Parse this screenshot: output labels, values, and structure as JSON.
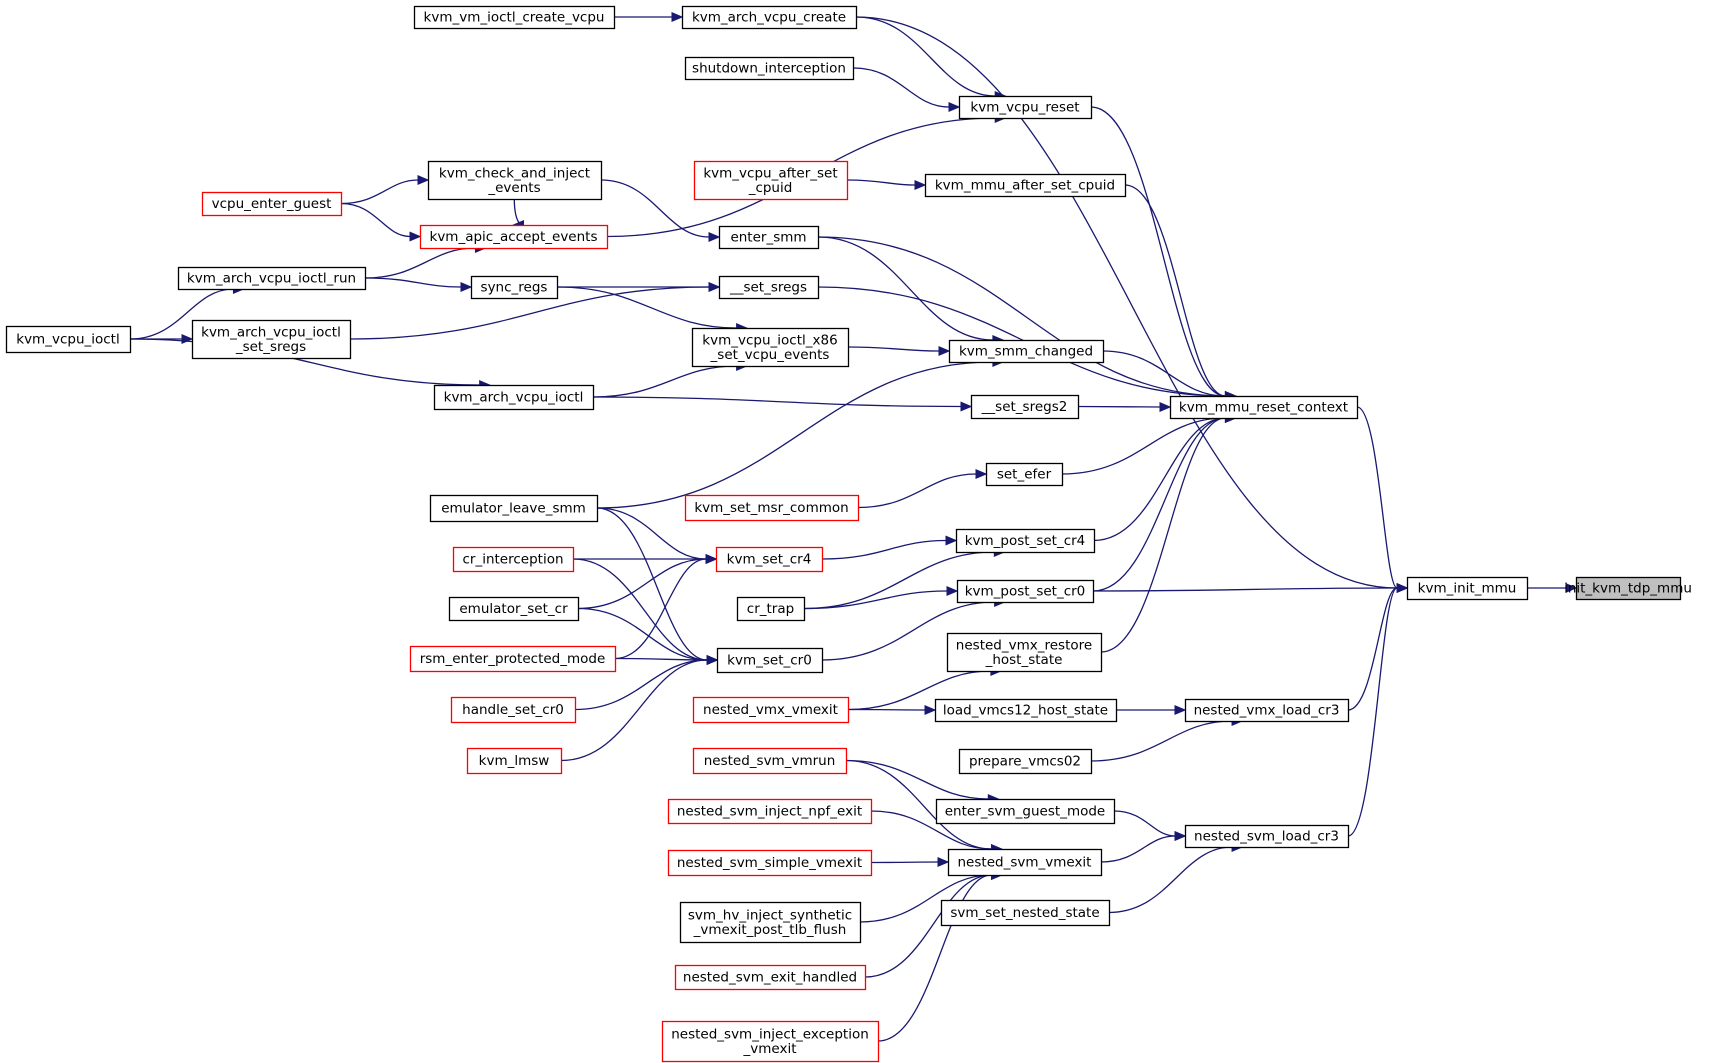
{
  "colors": {
    "edge": "#191970",
    "box_border": "#000000",
    "incomplete_border": "#ff0000",
    "focus_fill": "#bfbfbf",
    "text": "#000000",
    "background": "#ffffff"
  },
  "nodes": [
    {
      "id": "n1",
      "lines": [
        "init_kvm_tdp_mmu"
      ],
      "style": "focus"
    },
    {
      "id": "n2",
      "lines": [
        "kvm_init_mmu"
      ],
      "style": "normal"
    },
    {
      "id": "n3",
      "lines": [
        "kvm_arch_vcpu_create"
      ],
      "style": "normal"
    },
    {
      "id": "n4",
      "lines": [
        "kvm_mmu_reset_context"
      ],
      "style": "normal"
    },
    {
      "id": "n5",
      "lines": [
        "kvm_post_set_cr0"
      ],
      "style": "normal"
    },
    {
      "id": "n6",
      "lines": [
        "nested_vmx_load_cr3"
      ],
      "style": "normal"
    },
    {
      "id": "n7",
      "lines": [
        "nested_svm_load_cr3"
      ],
      "style": "normal"
    },
    {
      "id": "n8",
      "lines": [
        "kvm_vm_ioctl_create_vcpu"
      ],
      "style": "normal"
    },
    {
      "id": "n9",
      "lines": [
        "kvm_vcpu_reset"
      ],
      "style": "normal"
    },
    {
      "id": "n10",
      "lines": [
        "shutdown_interception"
      ],
      "style": "normal"
    },
    {
      "id": "n11",
      "lines": [
        "kvm_apic_accept_events"
      ],
      "style": "incomplete"
    },
    {
      "id": "n12",
      "lines": [
        "kvm_check_and_inject",
        "_events"
      ],
      "style": "normal"
    },
    {
      "id": "n13",
      "lines": [
        "vcpu_enter_guest"
      ],
      "style": "incomplete"
    },
    {
      "id": "n14",
      "lines": [
        "kvm_arch_vcpu_ioctl_run"
      ],
      "style": "normal"
    },
    {
      "id": "n15",
      "lines": [
        "kvm_vcpu_ioctl"
      ],
      "style": "normal"
    },
    {
      "id": "n16",
      "lines": [
        "kvm_mmu_after_set_cpuid"
      ],
      "style": "normal"
    },
    {
      "id": "n17",
      "lines": [
        "kvm_vcpu_after_set",
        "_cpuid"
      ],
      "style": "incomplete"
    },
    {
      "id": "n18",
      "lines": [
        "enter_smm"
      ],
      "style": "normal"
    },
    {
      "id": "n19",
      "lines": [
        "__set_sregs"
      ],
      "style": "normal"
    },
    {
      "id": "n20",
      "lines": [
        "sync_regs"
      ],
      "style": "normal"
    },
    {
      "id": "n21",
      "lines": [
        "kvm_arch_vcpu_ioctl",
        "_set_sregs"
      ],
      "style": "normal"
    },
    {
      "id": "n22",
      "lines": [
        "kvm_smm_changed"
      ],
      "style": "normal"
    },
    {
      "id": "n23",
      "lines": [
        "kvm_vcpu_ioctl_x86",
        "_set_vcpu_events"
      ],
      "style": "normal"
    },
    {
      "id": "n24",
      "lines": [
        "kvm_arch_vcpu_ioctl"
      ],
      "style": "normal"
    },
    {
      "id": "n25",
      "lines": [
        "emulator_leave_smm"
      ],
      "style": "normal"
    },
    {
      "id": "n26",
      "lines": [
        "__set_sregs2"
      ],
      "style": "normal"
    },
    {
      "id": "n27",
      "lines": [
        "set_efer"
      ],
      "style": "normal"
    },
    {
      "id": "n28",
      "lines": [
        "kvm_set_msr_common"
      ],
      "style": "incomplete"
    },
    {
      "id": "n29",
      "lines": [
        "kvm_post_set_cr4"
      ],
      "style": "normal"
    },
    {
      "id": "n30",
      "lines": [
        "kvm_set_cr4"
      ],
      "style": "incomplete"
    },
    {
      "id": "n31",
      "lines": [
        "cr_interception"
      ],
      "style": "incomplete"
    },
    {
      "id": "n32",
      "lines": [
        "emulator_set_cr"
      ],
      "style": "normal"
    },
    {
      "id": "n33",
      "lines": [
        "rsm_enter_protected_mode"
      ],
      "style": "incomplete"
    },
    {
      "id": "n34",
      "lines": [
        "cr_trap"
      ],
      "style": "normal"
    },
    {
      "id": "n35",
      "lines": [
        "kvm_set_cr0"
      ],
      "style": "normal"
    },
    {
      "id": "n36",
      "lines": [
        "handle_set_cr0"
      ],
      "style": "incomplete"
    },
    {
      "id": "n37",
      "lines": [
        "kvm_lmsw"
      ],
      "style": "incomplete"
    },
    {
      "id": "n38",
      "lines": [
        "nested_vmx_restore",
        "_host_state"
      ],
      "style": "normal"
    },
    {
      "id": "n39",
      "lines": [
        "nested_vmx_vmexit"
      ],
      "style": "incomplete"
    },
    {
      "id": "n40",
      "lines": [
        "load_vmcs12_host_state"
      ],
      "style": "normal"
    },
    {
      "id": "n41",
      "lines": [
        "prepare_vmcs02"
      ],
      "style": "normal"
    },
    {
      "id": "n42",
      "lines": [
        "enter_svm_guest_mode"
      ],
      "style": "normal"
    },
    {
      "id": "n43",
      "lines": [
        "nested_svm_vmrun"
      ],
      "style": "incomplete"
    },
    {
      "id": "n44",
      "lines": [
        "nested_svm_vmexit"
      ],
      "style": "normal"
    },
    {
      "id": "n45",
      "lines": [
        "svm_set_nested_state"
      ],
      "style": "normal"
    },
    {
      "id": "n46",
      "lines": [
        "nested_svm_inject_npf_exit"
      ],
      "style": "incomplete"
    },
    {
      "id": "n47",
      "lines": [
        "nested_svm_simple_vmexit"
      ],
      "style": "incomplete"
    },
    {
      "id": "n48",
      "lines": [
        "svm_hv_inject_synthetic",
        "_vmexit_post_tlb_flush"
      ],
      "style": "normal"
    },
    {
      "id": "n49",
      "lines": [
        "nested_svm_exit_handled"
      ],
      "style": "incomplete"
    },
    {
      "id": "n50",
      "lines": [
        "nested_svm_inject_exception",
        "_vmexit"
      ],
      "style": "incomplete"
    }
  ],
  "edges": [
    {
      "from": "n2",
      "to": "n1"
    },
    {
      "from": "n3",
      "to": "n2"
    },
    {
      "from": "n4",
      "to": "n2"
    },
    {
      "from": "n5",
      "to": "n2"
    },
    {
      "from": "n6",
      "to": "n2"
    },
    {
      "from": "n7",
      "to": "n2"
    },
    {
      "from": "n8",
      "to": "n3"
    },
    {
      "from": "n9",
      "to": "n4"
    },
    {
      "from": "n3",
      "to": "n9"
    },
    {
      "from": "n10",
      "to": "n9"
    },
    {
      "from": "n11",
      "to": "n9"
    },
    {
      "from": "n12",
      "to": "n11"
    },
    {
      "from": "n13",
      "to": "n11"
    },
    {
      "from": "n14",
      "to": "n11"
    },
    {
      "from": "n13",
      "to": "n12"
    },
    {
      "from": "n15",
      "to": "n14"
    },
    {
      "from": "n16",
      "to": "n4"
    },
    {
      "from": "n17",
      "to": "n16"
    },
    {
      "from": "n18",
      "to": "n4"
    },
    {
      "from": "n12",
      "to": "n18"
    },
    {
      "from": "n19",
      "to": "n4"
    },
    {
      "from": "n20",
      "to": "n19"
    },
    {
      "from": "n21",
      "to": "n19"
    },
    {
      "from": "n14",
      "to": "n20"
    },
    {
      "from": "n15",
      "to": "n21"
    },
    {
      "from": "n22",
      "to": "n4"
    },
    {
      "from": "n18",
      "to": "n22"
    },
    {
      "from": "n23",
      "to": "n22"
    },
    {
      "from": "n25",
      "to": "n22"
    },
    {
      "from": "n20",
      "to": "n23"
    },
    {
      "from": "n24",
      "to": "n23"
    },
    {
      "from": "n15",
      "to": "n24"
    },
    {
      "from": "n26",
      "to": "n4"
    },
    {
      "from": "n24",
      "to": "n26"
    },
    {
      "from": "n27",
      "to": "n4"
    },
    {
      "from": "n28",
      "to": "n27"
    },
    {
      "from": "n29",
      "to": "n4"
    },
    {
      "from": "n30",
      "to": "n29"
    },
    {
      "from": "n34",
      "to": "n29"
    },
    {
      "from": "n25",
      "to": "n30"
    },
    {
      "from": "n31",
      "to": "n30"
    },
    {
      "from": "n32",
      "to": "n30"
    },
    {
      "from": "n33",
      "to": "n30"
    },
    {
      "from": "n5",
      "to": "n4"
    },
    {
      "from": "n34",
      "to": "n5"
    },
    {
      "from": "n35",
      "to": "n5"
    },
    {
      "from": "n25",
      "to": "n35"
    },
    {
      "from": "n31",
      "to": "n35"
    },
    {
      "from": "n32",
      "to": "n35"
    },
    {
      "from": "n33",
      "to": "n35"
    },
    {
      "from": "n36",
      "to": "n35"
    },
    {
      "from": "n37",
      "to": "n35"
    },
    {
      "from": "n38",
      "to": "n4"
    },
    {
      "from": "n39",
      "to": "n38"
    },
    {
      "from": "n39",
      "to": "n40"
    },
    {
      "from": "n40",
      "to": "n6"
    },
    {
      "from": "n41",
      "to": "n6"
    },
    {
      "from": "n42",
      "to": "n7"
    },
    {
      "from": "n43",
      "to": "n42"
    },
    {
      "from": "n44",
      "to": "n7"
    },
    {
      "from": "n43",
      "to": "n44"
    },
    {
      "from": "n46",
      "to": "n44"
    },
    {
      "from": "n47",
      "to": "n44"
    },
    {
      "from": "n48",
      "to": "n44"
    },
    {
      "from": "n49",
      "to": "n44"
    },
    {
      "from": "n50",
      "to": "n44"
    },
    {
      "from": "n45",
      "to": "n7"
    }
  ]
}
